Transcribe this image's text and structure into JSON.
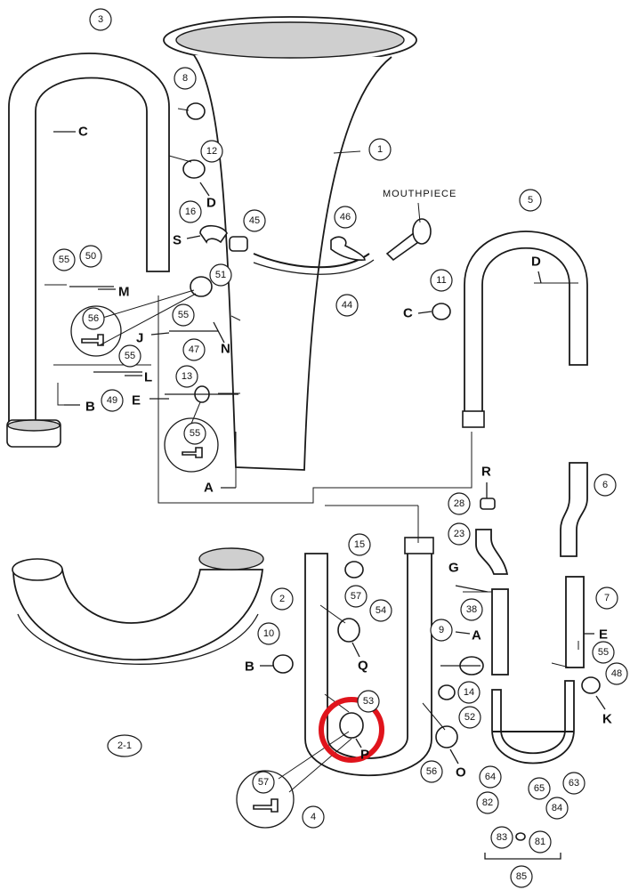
{
  "diagram": {
    "mouthpiece_label": "MOUTHPIECE",
    "callouts": [
      "1",
      "2",
      "2-1",
      "3",
      "4",
      "5",
      "6",
      "7",
      "8",
      "9",
      "10",
      "11",
      "12",
      "13",
      "14",
      "15",
      "16",
      "23",
      "28",
      "38",
      "44",
      "45",
      "46",
      "47",
      "48",
      "49",
      "50",
      "51",
      "52",
      "53",
      "54",
      "55",
      "56",
      "57",
      "63",
      "64",
      "65",
      "81",
      "82",
      "83",
      "84",
      "85"
    ],
    "connection_letters": [
      "A",
      "B",
      "C",
      "D",
      "E",
      "G",
      "J",
      "K",
      "L",
      "M",
      "N",
      "O",
      "P",
      "Q",
      "R",
      "S"
    ],
    "highlight_color": "#e0141c",
    "line_color": "#1a1a1a"
  }
}
